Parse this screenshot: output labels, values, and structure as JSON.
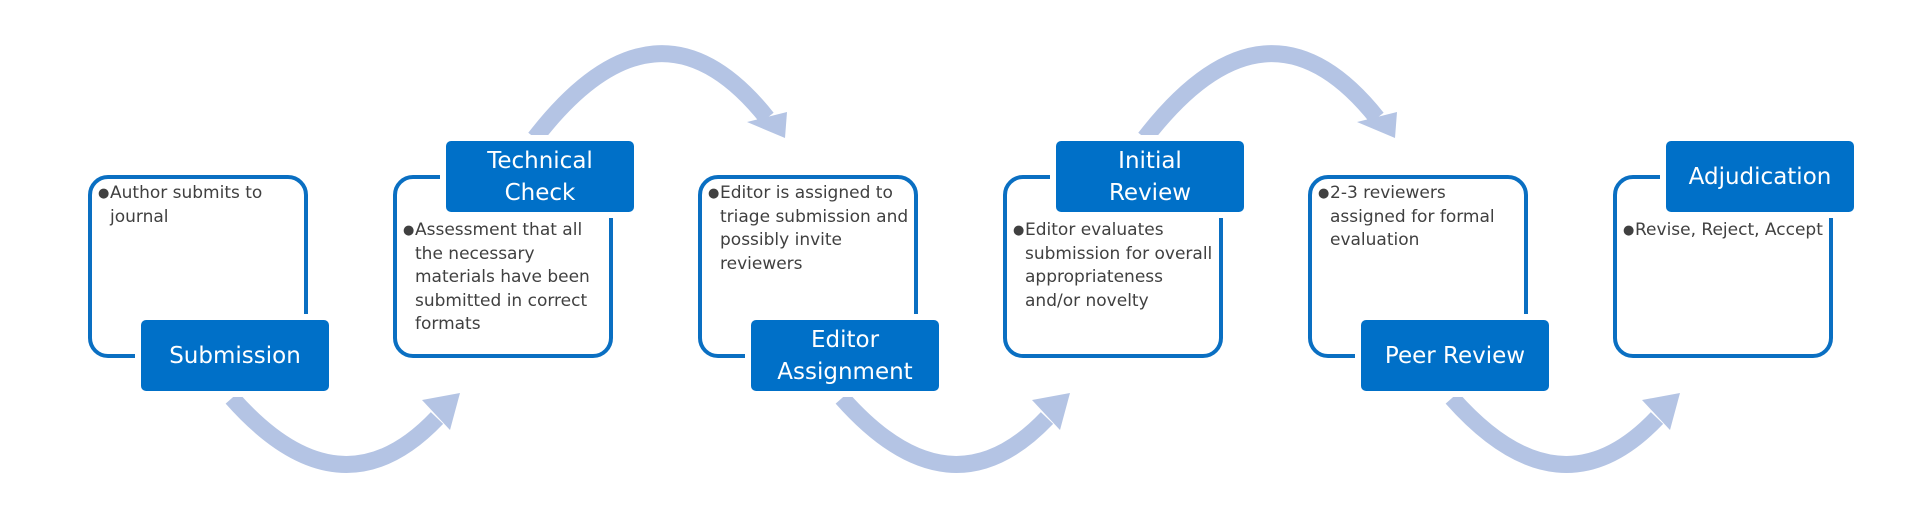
{
  "diagram": {
    "title": "Peer review process",
    "colors": {
      "label_fill": "#0070c8",
      "outline": "#0a6fc2",
      "arrow": "#b4c4e4",
      "text": "#404040"
    },
    "steps": [
      {
        "label": "Submission",
        "description": "Author submits to journal",
        "label_position": "bottom"
      },
      {
        "label": "Technical Check",
        "description": "Assessment that all the necessary materials have been submitted in correct formats",
        "label_position": "top"
      },
      {
        "label": "Editor Assignment",
        "description": "Editor is assigned to triage submission and possibly invite reviewers",
        "label_position": "bottom"
      },
      {
        "label": "Initial Review",
        "description": "Editor evaluates submission for overall appropriateness and/or novelty",
        "label_position": "top"
      },
      {
        "label": "Peer Review",
        "description": "2-3 reviewers assigned for formal evaluation",
        "label_position": "bottom"
      },
      {
        "label": "Adjudication",
        "description": "Revise, Reject, Accept",
        "label_position": "top"
      }
    ],
    "connectors": [
      {
        "from": "Submission",
        "to": "Technical Check",
        "direction": "below"
      },
      {
        "from": "Technical Check",
        "to": "Editor Assignment",
        "direction": "above"
      },
      {
        "from": "Editor Assignment",
        "to": "Initial Review",
        "direction": "below"
      },
      {
        "from": "Initial Review",
        "to": "Peer Review",
        "direction": "above"
      },
      {
        "from": "Peer Review",
        "to": "Adjudication",
        "direction": "below"
      }
    ]
  }
}
